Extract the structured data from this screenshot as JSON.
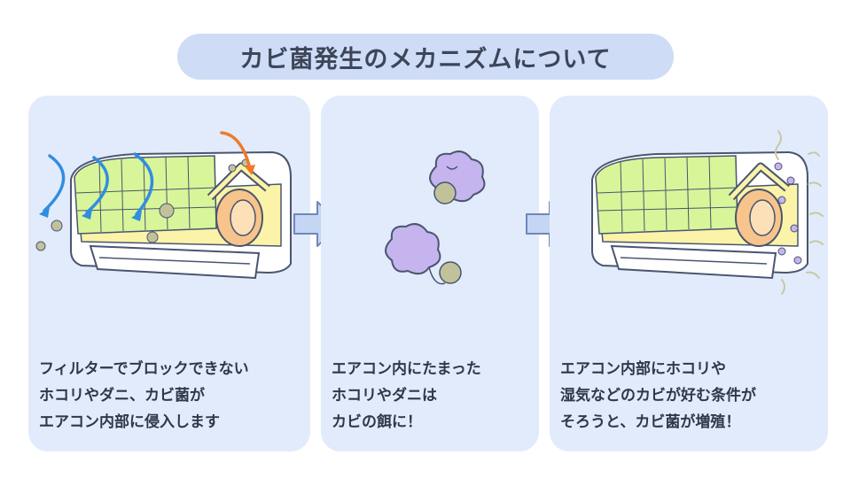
{
  "title": "カビ菌発生のメカニズムについて",
  "colors": {
    "title_bg": "#cfdcf6",
    "panel_bg": "#e2ebfb",
    "filter_green": "#d9f59a",
    "interior_yellow": "#fbf3a8",
    "fan_orange": "#f7c48c",
    "arrow_blue": "#2f8ee0",
    "arrow_orange": "#f07a2a",
    "mold_purple": "#c5b4ee",
    "dust": "#c2c29a"
  },
  "panels": [
    {
      "lines": [
        "フィルターでブロックできない",
        "ホコリやダニ、カビ菌が",
        "エアコン内部に侵入します"
      ]
    },
    {
      "lines": [
        "エアコン内にたまった",
        "ホコリやダニは",
        "カビの餌に！"
      ]
    },
    {
      "lines": [
        "エアコン内部にホコリや",
        "湿気などのカビが好む条件が",
        "そろうと、カビ菌が増殖！"
      ]
    }
  ]
}
